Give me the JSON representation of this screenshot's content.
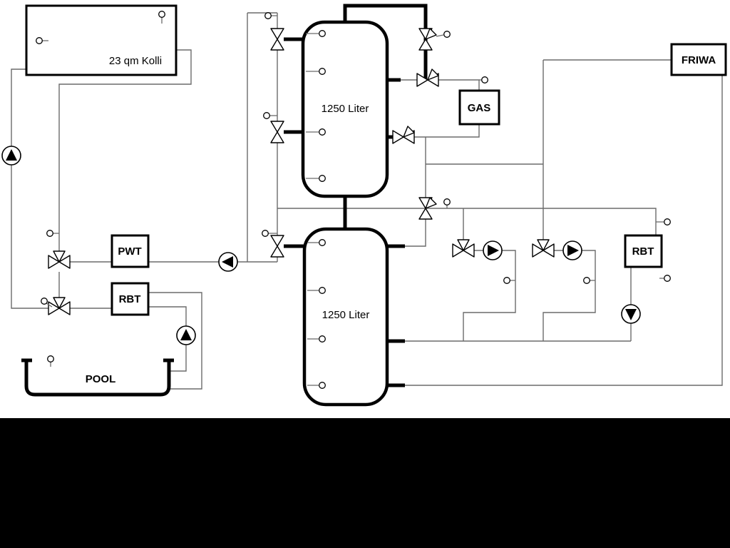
{
  "diagram": {
    "type": "hydraulic-heating-schematic",
    "labels": {
      "collector": "23 qm Kolli",
      "tank1": "1250 Liter",
      "tank2": "1250 Liter",
      "gas": "GAS",
      "friwa": "FRIWA",
      "pwt": "PWT",
      "rbt_left": "RBT",
      "rbt_right": "RBT",
      "pool": "POOL"
    },
    "colors": {
      "pipe_thin": "#6b6b6b",
      "pipe_thick": "#000000",
      "background": "#ffffff",
      "letterbox": "#000000"
    }
  }
}
